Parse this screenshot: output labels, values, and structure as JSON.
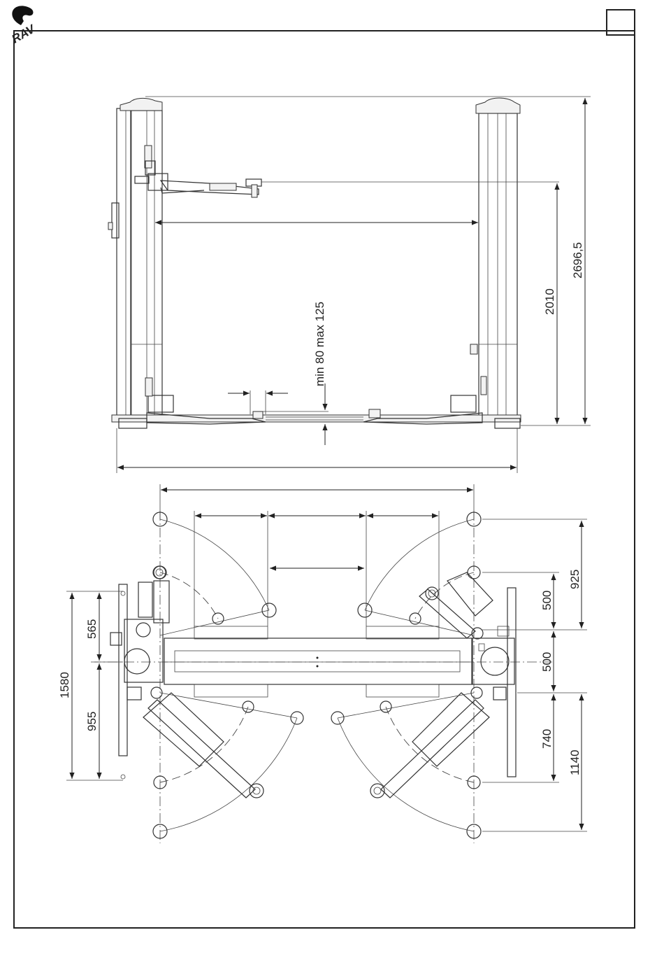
{
  "header": {
    "logo_text": "RAV",
    "page_box": ""
  },
  "front_view": {
    "dimensions": {
      "total_height": "2696,5",
      "lift_height": "2010",
      "min_max_height": "min 80 max 125"
    }
  },
  "top_view": {
    "dimensions": {
      "d_925": "925",
      "d_500_a": "500",
      "d_500_b": "500",
      "d_740": "740",
      "d_1140": "1140",
      "d_1580": "1580",
      "d_565": "565",
      "d_955": "955"
    }
  },
  "icons": {
    "logo": "rav-logo-icon"
  }
}
